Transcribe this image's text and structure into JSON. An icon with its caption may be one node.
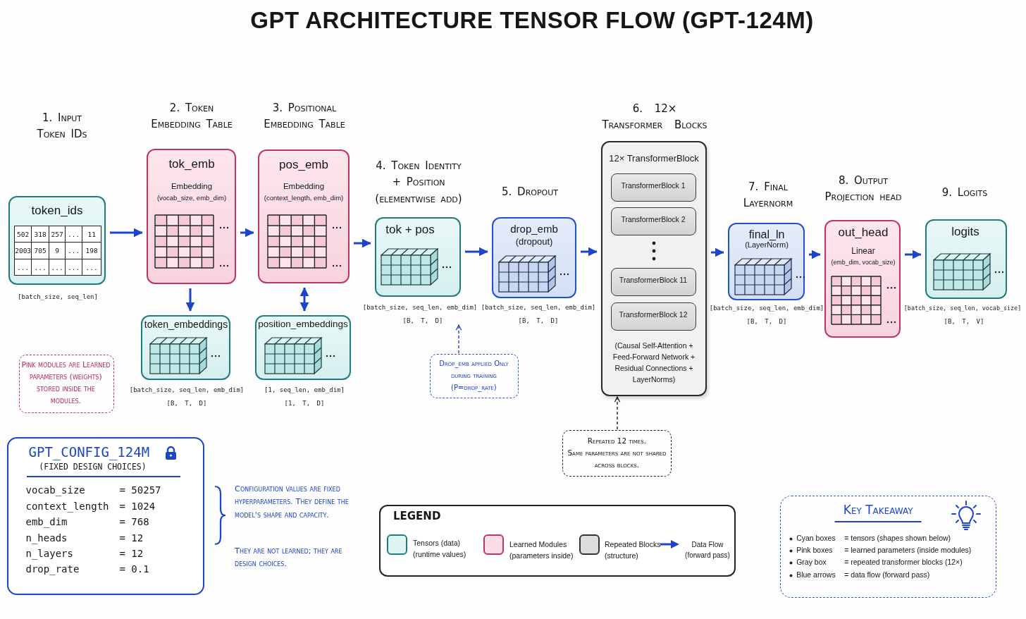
{
  "diagram": {
    "title": "GPT ARCHITECTURE TENSOR FLOW (GPT-124M)",
    "nodes": [
      {
        "text": [
          "token_ids"
        ],
        "beside": [
          "[batch_size, seq_len]"
        ]
      },
      {
        "text": [
          "2. Token Embedding Table",
          "tok_emb",
          "Embedding",
          "(vocab_size, emb_dim)"
        ]
      },
      {
        "text": [
          "3. Positional Embedding Table",
          "pos_emb",
          "Embedding",
          "(context_length, emb_dim)"
        ]
      },
      {
        "text": [
          "token_embeddings"
        ],
        "beside": [
          "[batch_size, seq_len, emb_dim]",
          "[B, T, D]"
        ]
      },
      {
        "text": [
          "position_embeddings"
        ],
        "beside": [
          "[1, seq_len, emb_dim]",
          "[1, T, D]"
        ]
      },
      {
        "text": [
          "4. Token Identity + Position (elementwise add)",
          "tok + pos"
        ],
        "beside": [
          "[batch_size, seq_len, emb_dim]",
          "[B, T, D]"
        ]
      },
      {
        "text": [
          "5. Dropout",
          "drop_emb",
          "(dropout)"
        ],
        "beside": [
          "[batch_size, seq_len, emb_dim]",
          "[B, T, D]"
        ]
      },
      {
        "text": [
          "6. 12× Transformer Blocks",
          "12× TransformerBlock",
          "(Causal Self-Attention + Feed-Forward Network + Residual Connections + LayerNorms)"
        ]
      },
      {
        "text": [
          "TransformerBlock 1"
        ],
        "in": 7
      },
      {
        "text": [
          "TransformerBlock 2"
        ],
        "in": 7
      },
      {
        "text": [
          "TransformerBlock 11"
        ],
        "in": 7
      },
      {
        "text": [
          "TransformerBlock 12"
        ],
        "in": 7
      },
      {
        "text": [
          "7. Final Layernorm",
          "final_ln",
          "(LayerNorm)"
        ],
        "beside": [
          "[batch_size, seq_len, emb_dim]",
          "[B, T, D]"
        ]
      },
      {
        "text": [
          "8. Output Projection head",
          "out_head",
          "Linear",
          "(emb_dim, vocab_size)"
        ]
      },
      {
        "text": [
          "9. Logits",
          "logits"
        ],
        "beside": [
          "[batch_size, seq_len, vocab_size]",
          "[B, T, V]"
        ]
      },
      {
        "text": [
          "Drop_emb applied Only during training (P=drop_rate)"
        ]
      },
      {
        "text": [
          "Repeated 12 times.",
          "Same parameters are not shared across blocks."
        ]
      },
      {
        "text": [
          "Pink modules are Learned parameters (weights) stored inside the modules."
        ]
      },
      {
        "text": [
          "GPT_CONFIG_124M",
          "(FIXED DESIGN CHOICES)",
          "vocab_size",
          "= 50257",
          "context_length",
          "= 1024",
          "emb_dim",
          "= 768",
          "n_heads",
          "= 12",
          "n_layers",
          "= 12",
          "drop_rate",
          "= 0.1"
        ]
      },
      {
        "text": [
          "Key Takeaway",
          "Cyan boxes",
          "= tensors (shapes shown below)",
          "Pink boxes",
          "= learned parameters (inside modules)",
          "Gray box",
          "= repeated transformer blocks (12×)",
          "Blue arrows",
          "= data flow (forward pass)"
        ]
      }
    ],
    "edges": [
      {
        "from": 0,
        "to": 1,
        "arrow": "to"
      },
      {
        "from": 1,
        "to": 2,
        "arrow": "to"
      },
      {
        "from": 2,
        "to": 5,
        "arrow": "to"
      },
      {
        "from": 5,
        "to": 6,
        "arrow": "to"
      },
      {
        "from": 6,
        "to": 7,
        "arrow": "to"
      },
      {
        "from": 7,
        "to": 12,
        "arrow": "to"
      },
      {
        "from": 12,
        "to": 13,
        "arrow": "to"
      },
      {
        "from": 13,
        "to": 14,
        "arrow": "to"
      },
      {
        "from": 1,
        "to": 3,
        "arrow": "to"
      },
      {
        "from": 2,
        "to": 4,
        "arrow": "both"
      },
      {
        "from": 15,
        "to": 5,
        "arrow": "to",
        "style": "dashed"
      },
      {
        "from": 16,
        "to": 7,
        "arrow": "to",
        "style": "dashed",
        "color": "#222222"
      }
    ],
    "labels": [
      "1. Input Token IDs",
      "502",
      "318",
      "257",
      "...",
      "11",
      "2003",
      "705",
      "9",
      "...",
      "198",
      "...",
      "...",
      "...",
      "...",
      "...",
      "Configuration values are fixed hyperparameters. They define the model's shape and capacity.",
      "They are not learned; they are design choices.",
      "LEGEND"
    ],
    "legend": [
      {
        "text": "Tensors (data) (runtime values)",
        "color": "#dff5f4"
      },
      {
        "text": "Learned Modules (parameters inside)",
        "color": "#fbdde5"
      },
      {
        "text": "Repeated Blocks (structure)",
        "color": "#dcdcdc"
      },
      {
        "text": "Data Flow (forward pass)"
      }
    ]
  }
}
